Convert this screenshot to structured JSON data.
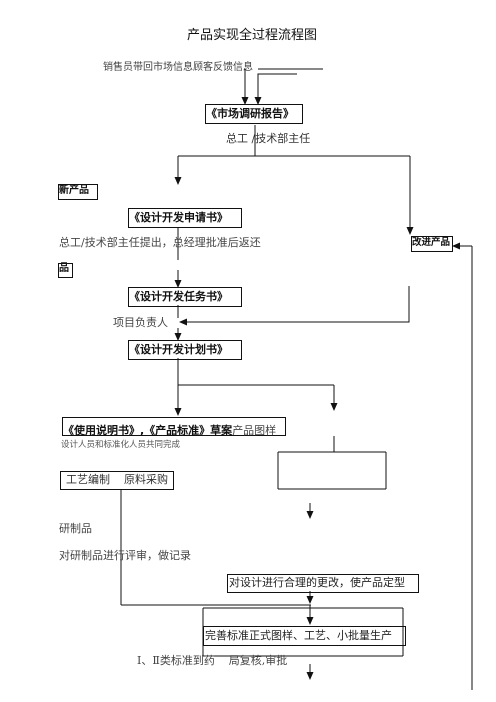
{
  "title": "产品实现全过程流程图",
  "nodes": {
    "sales_info": "销售员带回市场信息顾客反馈信息",
    "market_report": "《市场调研报告》",
    "chief_engineer": "总工  /技术部主任",
    "new_product": "新产品",
    "design_application": "《设计开发申请书》",
    "approval_note": "总工/技术部主任提出，总经理批准后返还",
    "product_label": "品",
    "improve_product": "改进产品",
    "design_task": "《设计开发任务书》",
    "project_lead": "项目负责人",
    "design_plan": "《设计开发计划书》",
    "manual_standard_prefix": "《使用说明书》,《产品标准》草案",
    "manual_standard_suffix": "产品图样",
    "designers_note": "设计人员和标准化人员共同完成",
    "process_label": "工艺编制",
    "material_label": "原料采购",
    "prototype": "研制品",
    "review_note": "对研制品进行评审，做记录",
    "design_change": "对设计进行合理的更改，使产品定型",
    "finalize": "完善标准正式图样、工艺、小批量生产",
    "approval_final": "Ⅰ、Ⅱ类标准到药    局复核,审批"
  }
}
